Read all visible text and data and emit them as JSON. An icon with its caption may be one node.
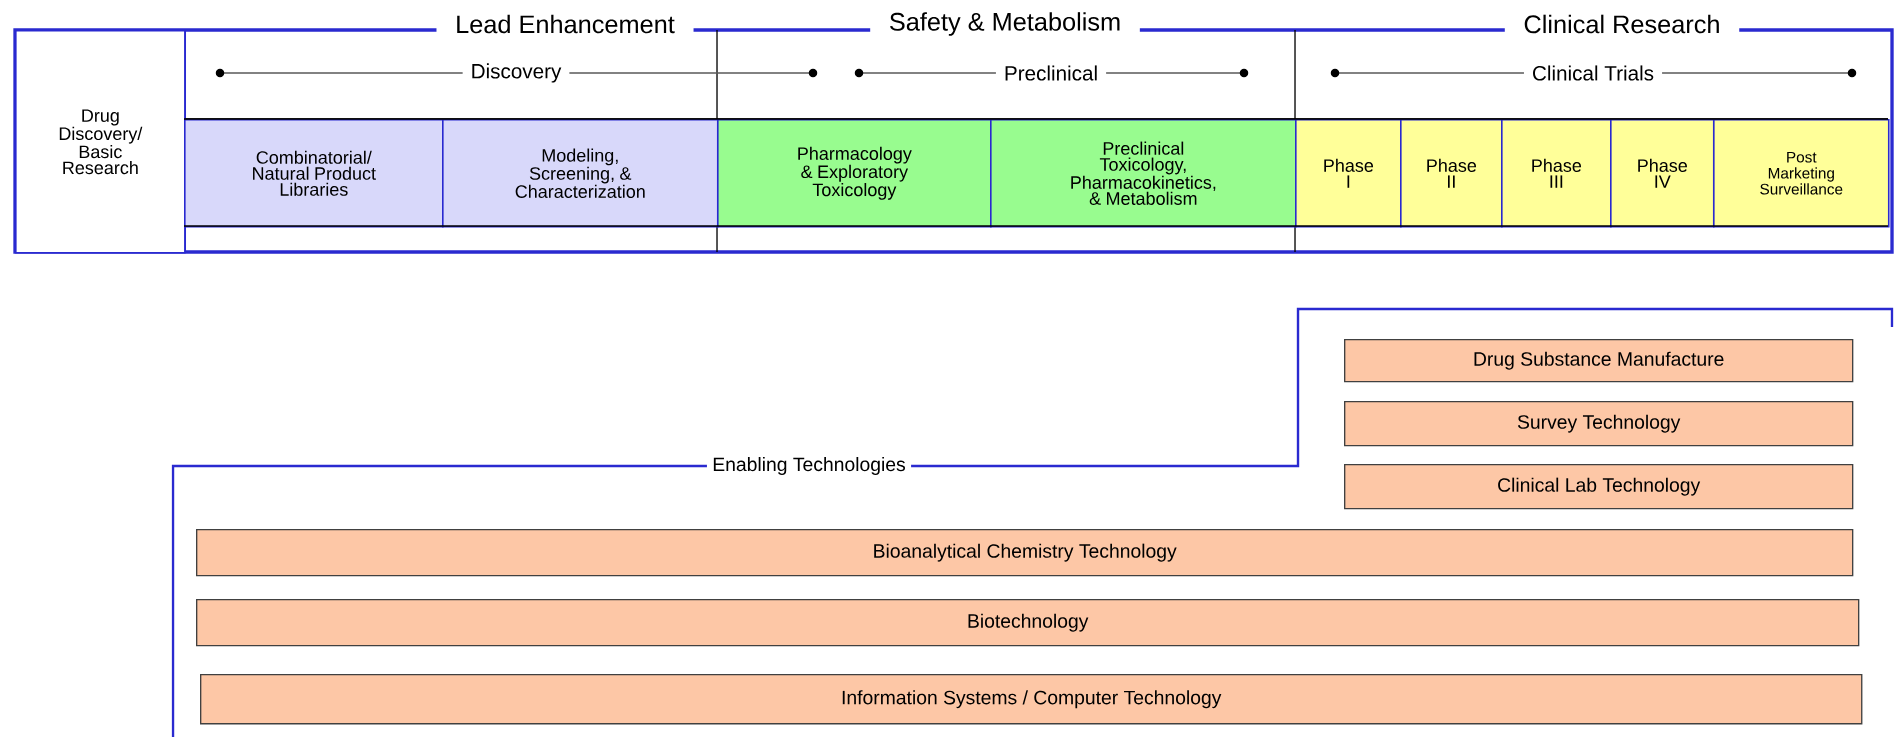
{
  "diagram": {
    "nodes": [
      {
        "text": [
          "Drug Discovery/ Basic Research"
        ]
      },
      {
        "text": [
          "Combinatorial/ Natural Product Libraries"
        ]
      },
      {
        "text": [
          "Modeling, Screening, & Characterization"
        ]
      },
      {
        "text": [
          "Pharmacology & Exploratory Toxicology"
        ]
      },
      {
        "text": [
          "Preclinical Toxicology, Pharmacokinetics, & Metabolism"
        ]
      },
      {
        "text": [
          "Phase I"
        ]
      },
      {
        "text": [
          "Phase II"
        ]
      },
      {
        "text": [
          "Phase III"
        ]
      },
      {
        "text": [
          "Phase IV"
        ]
      },
      {
        "text": [
          "Post Marketing Surveillance"
        ]
      },
      {
        "text": [
          "Enabling Technologies"
        ]
      },
      {
        "text": [
          "Drug Substance Manufacture"
        ],
        "in": 10
      },
      {
        "text": [
          "Survey Technology"
        ],
        "in": 10
      },
      {
        "text": [
          "Clinical Lab Technology"
        ],
        "in": 10
      },
      {
        "text": [
          "Bioanalytical Chemistry Technology"
        ],
        "in": 10
      },
      {
        "text": [
          "Biotechnology"
        ],
        "in": 10
      },
      {
        "text": [
          "Information Systems / Computer Technology"
        ],
        "in": 10
      }
    ],
    "labels": [
      "Lead Enhancement",
      "Safety & Metabolism",
      "Clinical Research",
      "Discovery",
      "Preclinical",
      "Clinical Trials"
    ]
  }
}
